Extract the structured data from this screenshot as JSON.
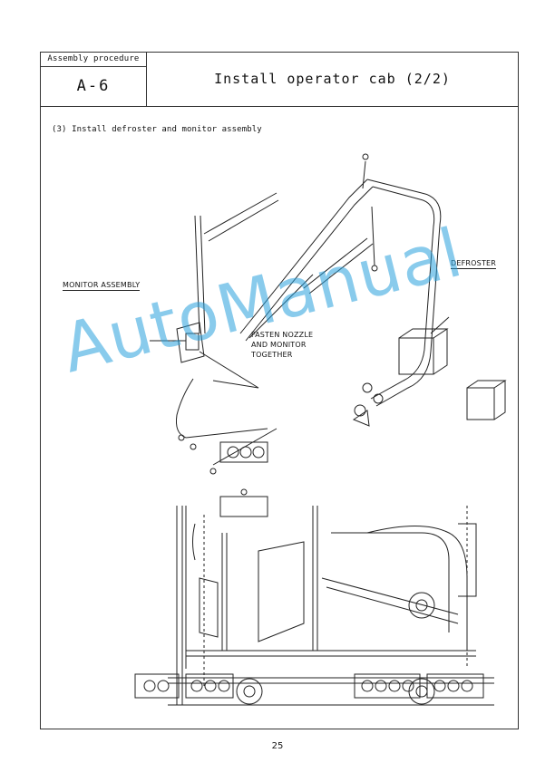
{
  "header": {
    "procedure_label": "Assembly procedure",
    "procedure_code": "A-6",
    "title": "Install operator cab (2/2)"
  },
  "step": {
    "caption": "(3) Install defroster and monitor assembly"
  },
  "callouts": {
    "monitor_assembly": "MONITOR ASSEMBLY",
    "defroster": "DEFROSTER",
    "fasten_line1": "FASTEN NOZZLE",
    "fasten_line2": "AND MONITOR",
    "fasten_line3": "TOGETHER"
  },
  "watermark": "AutoManual",
  "footer": {
    "page_number": "25"
  },
  "colors": {
    "line": "#222222",
    "watermark": "#28a0dc"
  }
}
